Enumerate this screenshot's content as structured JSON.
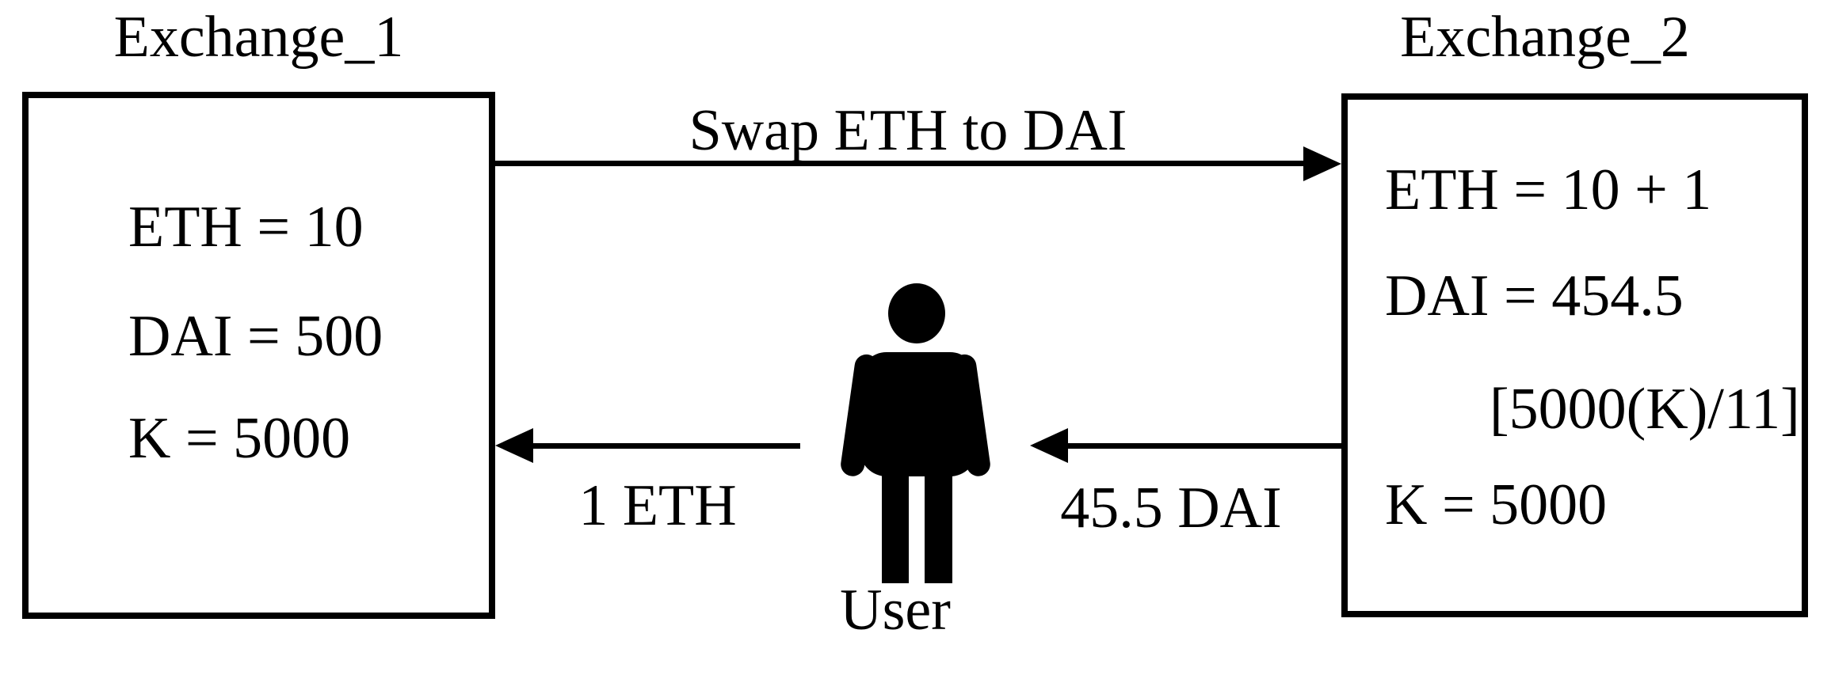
{
  "diagram": {
    "background": "#ffffff",
    "ink": "#000000",
    "exchange1": {
      "title": "Exchange_1",
      "eth_line": "ETH = 10",
      "dai_line": "DAI = 500",
      "k_line": "K = 5000"
    },
    "exchange2": {
      "title": "Exchange_2",
      "eth_line": "ETH = 10 + 1",
      "dai_line": "DAI = 454.5",
      "k_formula_line": "[5000(K)/11]",
      "k_line": "K = 5000"
    },
    "arrows": {
      "swap_label": "Swap ETH to DAI",
      "eth_label": "1 ETH",
      "dai_label": "45.5 DAI"
    },
    "user": {
      "label": "User"
    }
  }
}
